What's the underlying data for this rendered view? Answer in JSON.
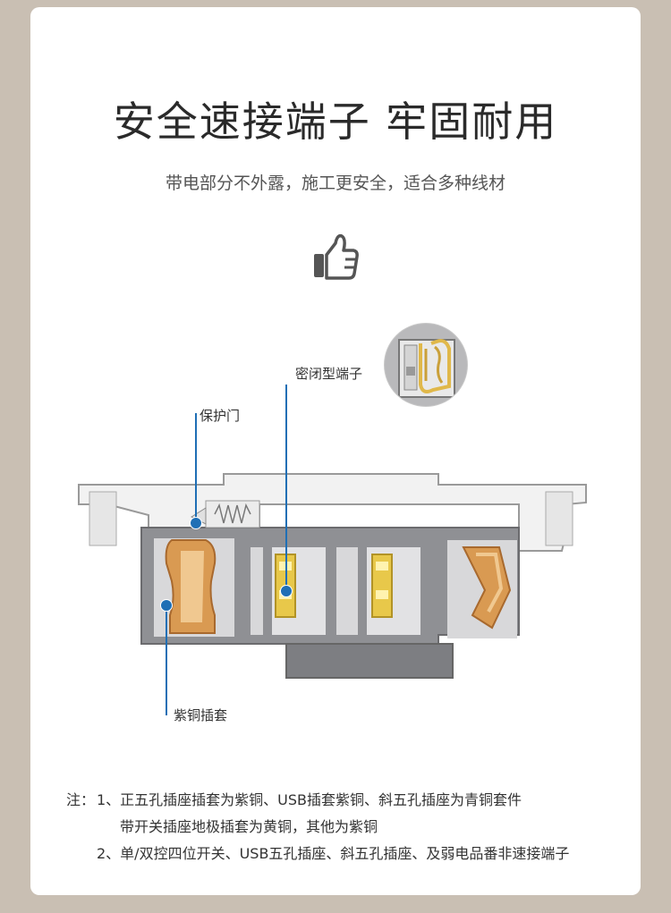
{
  "title": "安全速接端子 牢固耐用",
  "subtitle": "带电部分不外露，施工更安全，适合多种线材",
  "icons": {
    "thumb": "thumbs-up-icon",
    "magnifier": "sealed-terminal-zoom"
  },
  "callouts": {
    "sealed_terminal": "密闭型端子",
    "protective_door": "保护门",
    "copper_sleeve": "紫铜插套"
  },
  "notes": {
    "prefix": "注：",
    "line1": "1、正五孔插座插套为紫铜、USB插套紫铜、斜五孔插座为青铜套件",
    "line1b": "带开关插座地极插套为黄铜，其他为紫铜",
    "line2": "2、单/双控四位开关、USB五孔插座、斜五孔插座、及弱电品番非速接端子"
  },
  "colors": {
    "accent": "#1f6fb5",
    "copper": "#d99a52",
    "brass": "#e8c84a",
    "housing": "#8f9094"
  }
}
